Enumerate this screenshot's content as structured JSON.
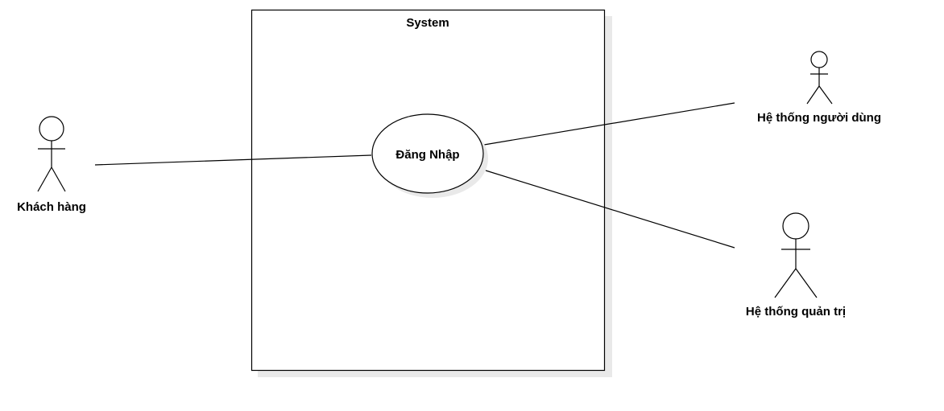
{
  "diagram": {
    "system": {
      "label": "System"
    },
    "use_case": {
      "label": "Đăng Nhập"
    },
    "actors": {
      "customer": {
        "label": "Khách hàng"
      },
      "user_system": {
        "label": "Hệ thống người dùng"
      },
      "admin_system": {
        "label": "Hệ thống quản trị"
      }
    }
  },
  "colors": {
    "stroke": "#000000",
    "shadow": "#e9e9e9",
    "background": "#ffffff"
  }
}
